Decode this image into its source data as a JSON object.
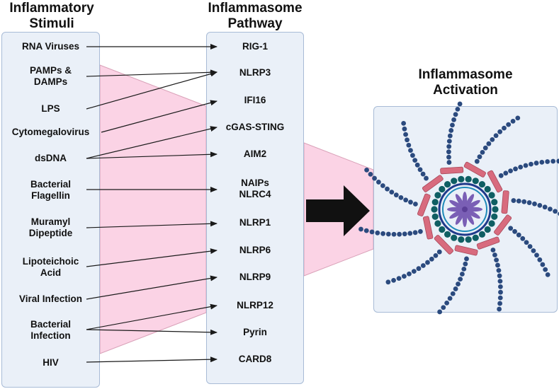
{
  "headings": {
    "stimuli": [
      "Inflammatory",
      "Stimuli"
    ],
    "pathway": [
      "Inflammasome",
      "Pathway"
    ],
    "activation": [
      "Inflammasome",
      "Activation"
    ]
  },
  "stimuli": [
    [
      "RNA Viruses"
    ],
    [
      "PAMPs &",
      "DAMPs"
    ],
    [
      "LPS"
    ],
    [
      "Cytomegalovirus"
    ],
    [
      "dsDNA"
    ],
    [
      "Bacterial",
      "Flagellin"
    ],
    [
      "Muramyl",
      "Dipeptide"
    ],
    [
      "Lipoteichoic",
      "Acid"
    ],
    [
      "Viral Infection"
    ],
    [
      "Bacterial",
      "Infection"
    ],
    [
      "HIV"
    ]
  ],
  "pathways": [
    [
      "RIG-1"
    ],
    [
      "NLRP3"
    ],
    [
      "IFI16"
    ],
    [
      "cGAS-STING"
    ],
    [
      "AIM2"
    ],
    [
      "NAIPs",
      "NLRC4"
    ],
    [
      "NLRP1"
    ],
    [
      "NLRP6"
    ],
    [
      "NLRP9"
    ],
    [
      "NLRP12"
    ],
    [
      "Pyrin"
    ],
    [
      "CARD8"
    ]
  ],
  "connections": [
    {
      "from": "RNA Viruses",
      "to": "RIG-1"
    },
    {
      "from": "PAMPs & DAMPs",
      "to": "NLRP3"
    },
    {
      "from": "LPS",
      "to": "NLRP3"
    },
    {
      "from": "Cytomegalovirus",
      "to": "IFI16"
    },
    {
      "from": "dsDNA",
      "to": "cGAS-STING"
    },
    {
      "from": "dsDNA",
      "to": "AIM2"
    },
    {
      "from": "Bacterial Flagellin",
      "to": "NAIPs NLRC4"
    },
    {
      "from": "Muramyl Dipeptide",
      "to": "NLRP1"
    },
    {
      "from": "Lipoteichoic Acid",
      "to": "NLRP6"
    },
    {
      "from": "Viral Infection",
      "to": "NLRP9"
    },
    {
      "from": "Bacterial Infection",
      "to": "NLRP12"
    },
    {
      "from": "Bacterial Infection",
      "to": "Pyrin"
    },
    {
      "from": "HIV",
      "to": "CARD8"
    }
  ],
  "colors": {
    "panel_fill": "#eaf0f8",
    "panel_border": "#a8bbd6",
    "funnel": "#fbd3e5",
    "funnel_edge": "#d9a1b8",
    "arrow": "#1a1a1a",
    "strand_bead": "#2b4a7e",
    "pink_segment": "#d86b7e",
    "teal_bead": "#0f5e63",
    "core_ring": "#1f3a8a",
    "core_star": "#7a5fb5"
  },
  "icons": {
    "big_arrow": "right-arrow-icon",
    "activation": "inflammasome-complex-icon"
  }
}
